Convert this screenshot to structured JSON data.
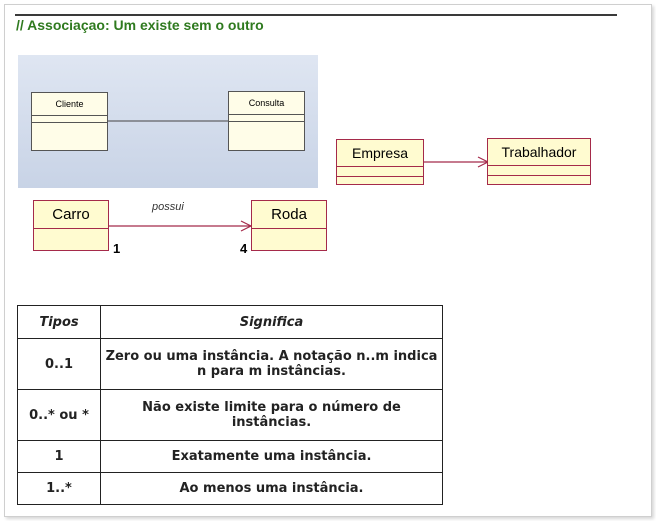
{
  "heading": "// Associaçao: Um existe sem o outro",
  "diagram": {
    "cliente": "Cliente",
    "consulta": "Consulta",
    "empresa": "Empresa",
    "trabalhador": "Trabalhador",
    "carro": "Carro",
    "roda": "Roda",
    "assoc_label": "possui",
    "mult_left": "1",
    "mult_right": "4"
  },
  "table": {
    "headers": [
      "Tipos",
      "Significa"
    ],
    "rows": [
      {
        "tipo": "0..1",
        "significa": "Zero ou uma instância. A notação n..m indica n para m instâncias."
      },
      {
        "tipo": "0..* ou *",
        "significa": "Não existe limite para o número de instâncias."
      },
      {
        "tipo": "1",
        "significa": "Exatamente uma instância."
      },
      {
        "tipo": "1..*",
        "significa": "Ao menos uma instância."
      }
    ]
  },
  "colors": {
    "heading": "#2f7a1f",
    "uml_border": "#a52a4a",
    "uml_fill": "#fffbd0"
  }
}
